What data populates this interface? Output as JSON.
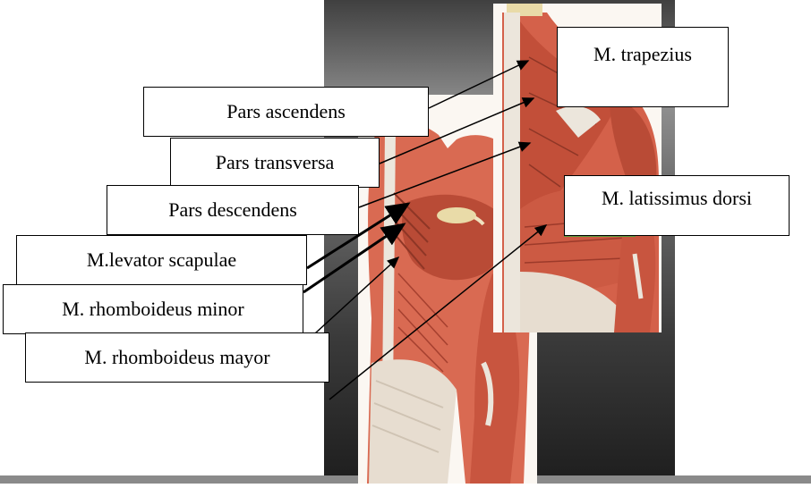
{
  "labels": {
    "pars_ascendens": "Pars ascendens",
    "pars_transversa": "Pars transversa",
    "pars_descendens": "Pars descendens",
    "levator_scapulae": "M.levator scapulae",
    "rhomboideus_minor": "M. rhomboideus minor",
    "rhomboideus_mayor": "M. rhomboideus mayor",
    "trapezius": "M. trapezius",
    "latissimus_dorsi": "M. latissimus dorsi"
  },
  "colors": {
    "muscle": "#c8553f",
    "muscle_dark": "#9c3a2a",
    "tendon": "#ece6dc",
    "bone": "#e9dba8",
    "pointer": "#000000"
  }
}
